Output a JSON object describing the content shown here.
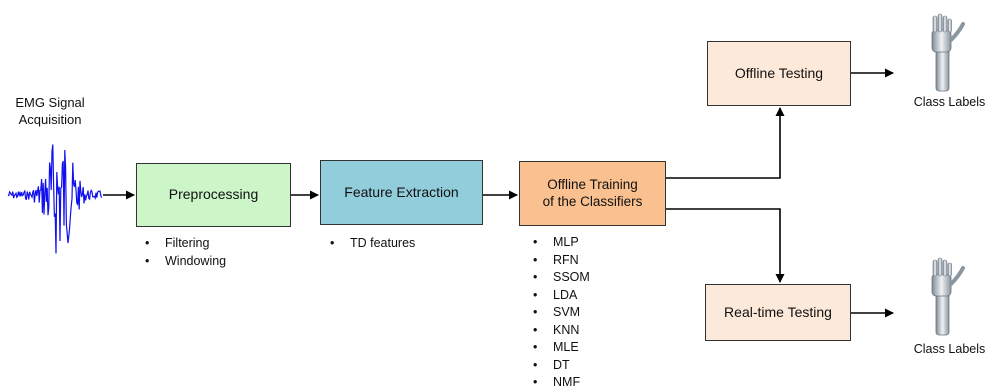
{
  "source": {
    "label": "EMG Signal\nAcquisition"
  },
  "boxes": {
    "preprocessing": {
      "label": "Preprocessing",
      "color": "#ccf5c8"
    },
    "feature_extraction": {
      "label": "Feature Extraction",
      "color": "#92cddc"
    },
    "offline_training": {
      "label": "Offline Training\nof  the Classifiers",
      "color": "#fac090"
    },
    "offline_testing": {
      "label": "Offline Testing",
      "color": "#fde9d9"
    },
    "realtime_testing": {
      "label": "Real-time Testing",
      "color": "#fde9d9"
    }
  },
  "preprocessing_items": [
    "Filtering",
    "Windowing"
  ],
  "feature_items": [
    "TD features"
  ],
  "classifier_items": [
    "MLP",
    "RFN",
    "SSOM",
    "LDA",
    "SVM",
    "KNN",
    "MLE",
    "DT",
    "NMF"
  ],
  "outputs": {
    "top_label": "Class Labels",
    "bottom_label": "Class Labels"
  },
  "colors": {
    "signal": "#1010ee",
    "arrow": "#000000"
  }
}
